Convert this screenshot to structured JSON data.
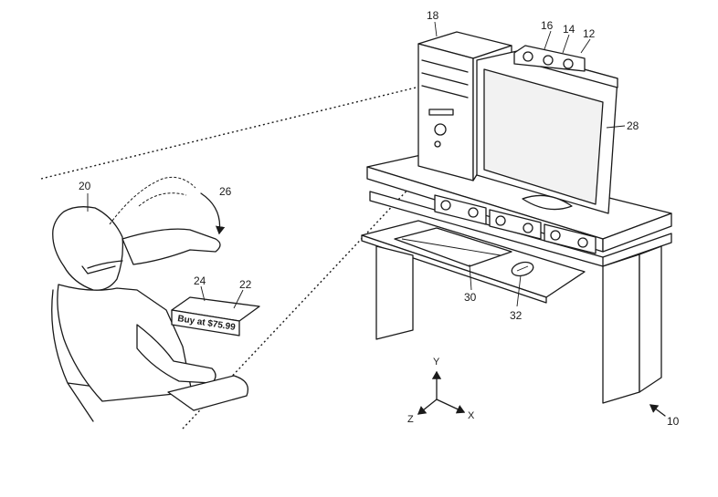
{
  "labels": {
    "ref_10": "10",
    "ref_12": "12",
    "ref_14": "14",
    "ref_16": "16",
    "ref_18": "18",
    "ref_20": "20",
    "ref_22": "22",
    "ref_24": "24",
    "ref_26": "26",
    "ref_28": "28",
    "ref_30": "30",
    "ref_32": "32"
  },
  "box_text": "Buy at $75.99",
  "axes": {
    "x": "X",
    "y": "Y",
    "z": "Z"
  }
}
